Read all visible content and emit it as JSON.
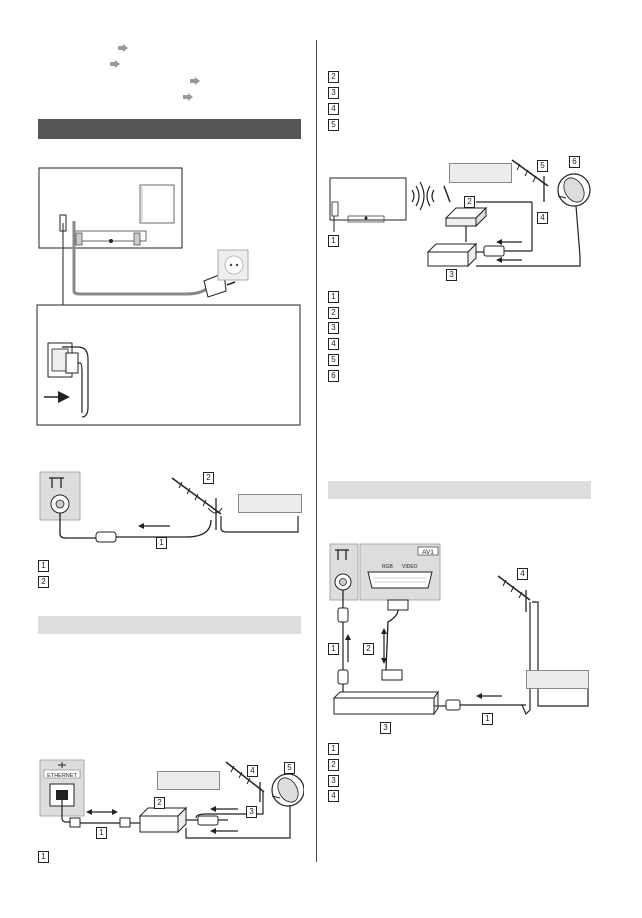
{
  "colors": {
    "section_bar_dark": "#555555",
    "section_bar_light": "#dddddd",
    "arrow_grey": "#999999",
    "line": "#222222"
  },
  "left_column": {
    "power_callout": {
      "marker": ""
    },
    "antenna_list": [
      {
        "num": "1"
      },
      {
        "num": "2"
      }
    ],
    "satellite_list": [
      {
        "num": "1"
      }
    ]
  },
  "right_column": {
    "intro_list": [
      {
        "num": "2"
      },
      {
        "num": "3"
      },
      {
        "num": "4"
      },
      {
        "num": "5"
      }
    ],
    "wireless_list": [
      {
        "num": "1"
      },
      {
        "num": "2"
      },
      {
        "num": "3"
      },
      {
        "num": "4"
      },
      {
        "num": "5"
      },
      {
        "num": "6"
      }
    ],
    "av_list": [
      {
        "num": "1"
      },
      {
        "num": "2"
      },
      {
        "num": "3"
      },
      {
        "num": "4"
      }
    ]
  },
  "diagram_labels": {
    "av1": "AV1",
    "rgb": "RGB",
    "video": "VIDEO",
    "ethernet": "ETHERNET",
    "n1": "1",
    "n2": "2",
    "n3": "3",
    "n4": "4",
    "n5": "5",
    "n6": "6"
  }
}
